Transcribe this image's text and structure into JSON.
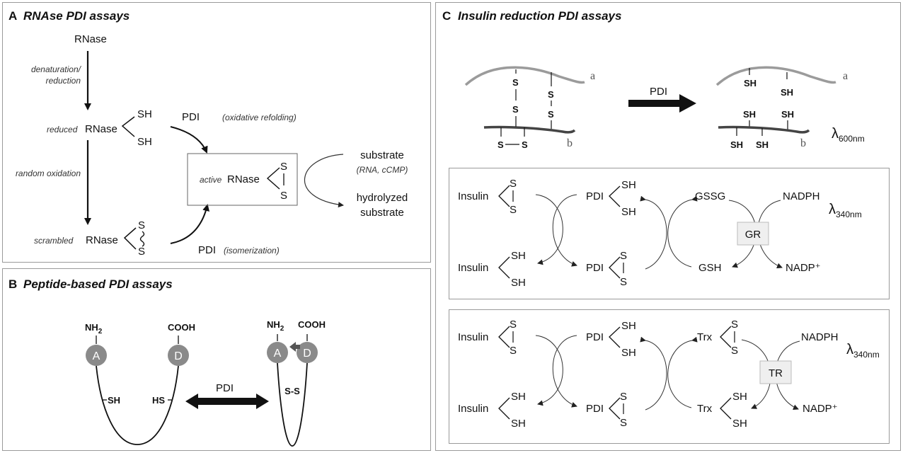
{
  "panel_a": {
    "letter": "A",
    "title": "RNAse PDI assays",
    "rnase_top": "RNase",
    "step1": "denaturation/",
    "step1b": "reduction",
    "reduced_prefix": "reduced",
    "rnase": "RNase",
    "sh": "SH",
    "step2": "random oxidation",
    "scrambled_prefix": "scrambled",
    "s": "S",
    "pdi": "PDI",
    "oxidative": "(oxidative refolding)",
    "isomerization": "(isomerization)",
    "active_prefix": "active",
    "substrate": "substrate",
    "substrate_note": "(RNA, cCMP)",
    "hydrolyzed": "hydrolyzed",
    "hydrolyzed2": "substrate"
  },
  "panel_b": {
    "letter": "B",
    "title": "Peptide-based PDI assays",
    "nh2": "NH",
    "sub2": "2",
    "cooh": "COOH",
    "a": "A",
    "d": "D",
    "sh": "SH",
    "hs": "HS",
    "ss": "S-S",
    "pdi": "PDI"
  },
  "panel_c": {
    "letter": "C",
    "title": "Insulin reduction PDI assays",
    "chain_a": "a",
    "chain_b": "b",
    "s": "S",
    "sh": "SH",
    "pdi": "PDI",
    "lambda": "λ",
    "nm600": "600nm",
    "nm340": "340nm",
    "insulin": "Insulin",
    "gssg": "GSSG",
    "gsh": "GSH",
    "nadph": "NADPH",
    "nadp": "NADP⁺",
    "gr": "GR",
    "trx": "Trx",
    "tr": "TR"
  },
  "colors": {
    "border": "#9a9a9a",
    "chain_a": "#9b9b9b",
    "chain_b": "#444444",
    "circle": "#8a8a8a",
    "box_fill": "#efefef"
  }
}
